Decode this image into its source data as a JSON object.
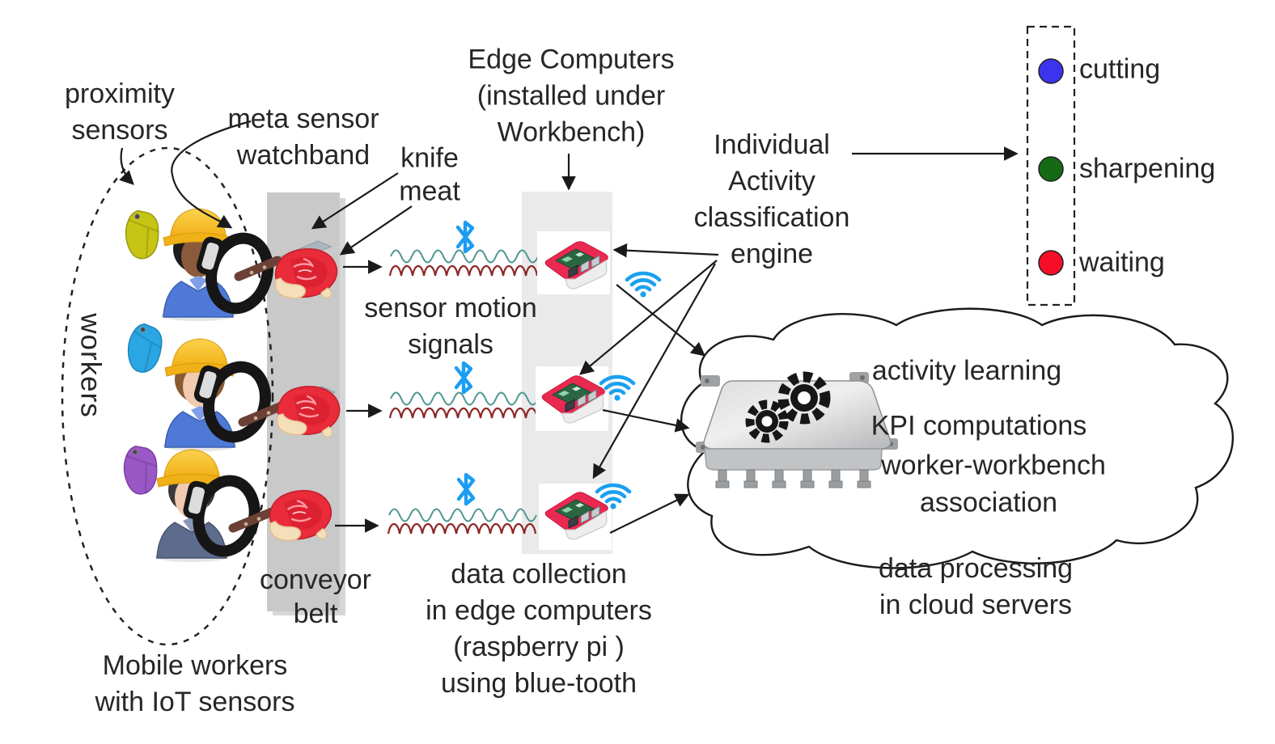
{
  "diagram": {
    "left_group": {
      "proximity_sensors_label": "proximity\nsensors",
      "meta_sensor_label": "meta sensor\nwatchband",
      "workers_label": "workers",
      "caption": "Mobile workers\nwith IoT sensors",
      "sensor_colors": [
        "#c6c414",
        "#2aa6e2",
        "#9a57c6"
      ]
    },
    "workbench": {
      "knife_label": "knife",
      "meat_label": "meat",
      "conveyor_label": "conveyor\nbelt",
      "conveyor_color": "#c9c9c9"
    },
    "signals": {
      "label": "sensor motion\nsignals",
      "teal_color": "#4e9692",
      "red_color": "#8e2727",
      "bluetooth_color": "#1b9df3",
      "wifi_color": "#1b9df3"
    },
    "edge": {
      "header": "Edge Computers\n(installed under\nWorkbench)",
      "caption": "data collection\nin edge computers\n(raspberry pi )\nusing blue-tooth",
      "strip_color": "#eaeaea",
      "pi_color": "#ea2950"
    },
    "engine": {
      "label": "Individual\nActivity\nclassification\nengine"
    },
    "cloud": {
      "line1": "activity learning",
      "line2": "KPI computations",
      "line3": "worker-workbench",
      "line4": "association",
      "caption": "data processing\nin cloud servers"
    },
    "legend": {
      "items": [
        {
          "label": "cutting",
          "color": "#3a34ee"
        },
        {
          "label": "sharpening",
          "color": "#156b15"
        },
        {
          "label": "waiting",
          "color": "#f60d28"
        }
      ]
    }
  }
}
